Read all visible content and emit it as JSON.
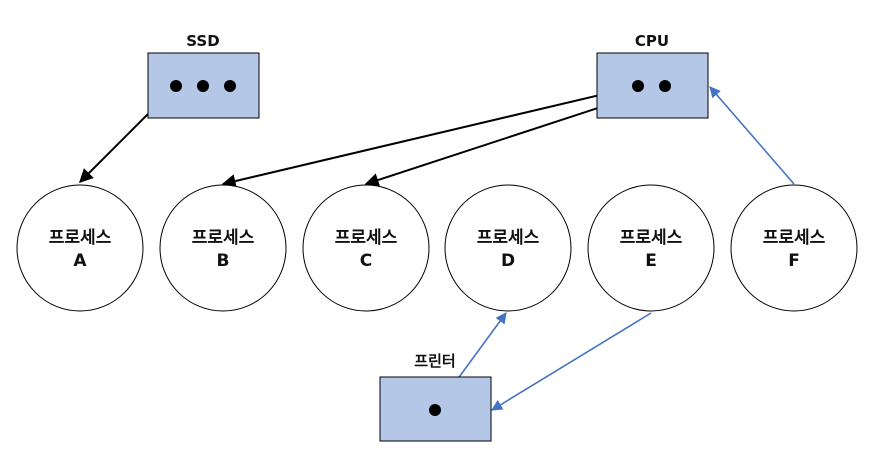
{
  "resources": {
    "ssd": {
      "label": "SSD",
      "fill": "#b4c7e7",
      "stroke": "#000000"
    },
    "cpu": {
      "label": "CPU",
      "fill": "#b4c7e7",
      "stroke": "#000000"
    },
    "printer": {
      "label": "프린터",
      "fill": "#b4c7e7",
      "stroke": "#000000"
    }
  },
  "processes": [
    {
      "id": "A",
      "title": "프로세스",
      "letter": "A"
    },
    {
      "id": "B",
      "title": "프로세스",
      "letter": "B"
    },
    {
      "id": "C",
      "title": "프로세스",
      "letter": "C"
    },
    {
      "id": "D",
      "title": "프로세스",
      "letter": "D"
    },
    {
      "id": "E",
      "title": "프로세스",
      "letter": "E"
    },
    {
      "id": "F",
      "title": "프로세스",
      "letter": "F"
    }
  ],
  "edges": [
    {
      "from": "ssd",
      "to": "A",
      "kind": "assigned",
      "color": "#000000"
    },
    {
      "from": "cpu",
      "to": "B",
      "kind": "assigned",
      "color": "#000000"
    },
    {
      "from": "cpu",
      "to": "C",
      "kind": "assigned",
      "color": "#000000"
    },
    {
      "from": "F",
      "to": "cpu",
      "kind": "request",
      "color": "#4472c4"
    },
    {
      "from": "printer",
      "to": "D",
      "kind": "assigned",
      "color": "#4472c4"
    },
    {
      "from": "E",
      "to": "printer",
      "kind": "request",
      "color": "#4472c4"
    }
  ]
}
